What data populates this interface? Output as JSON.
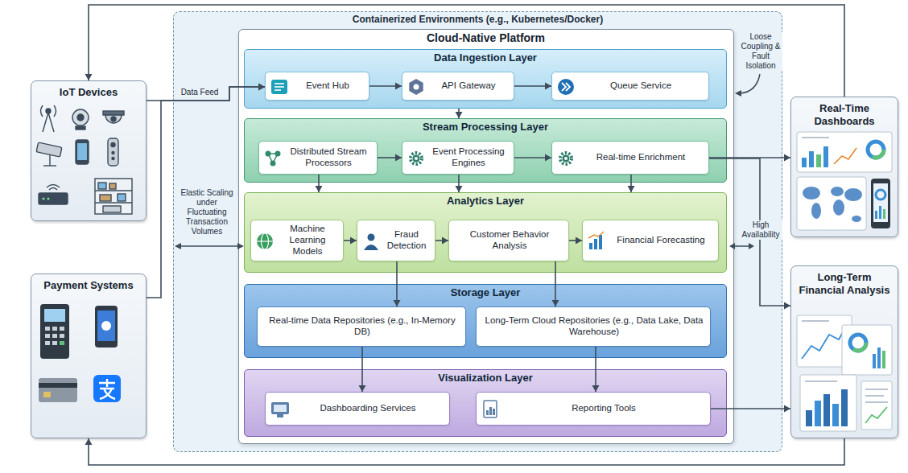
{
  "diagram": {
    "nodes": [
      {
        "text": [
          "IoT Devices"
        ]
      },
      {
        "text": [
          "Payment Systems"
        ]
      },
      {
        "text": [
          "Containerized Environments (e.g., Kubernetes/Docker)"
        ]
      },
      {
        "text": [
          "Cloud-Native Platform"
        ],
        "in": 2
      },
      {
        "text": [
          "Data Ingestion Layer"
        ],
        "in": 3
      },
      {
        "text": [
          "Event Hub"
        ],
        "in": 4
      },
      {
        "text": [
          "API Gateway"
        ],
        "in": 4
      },
      {
        "text": [
          "Queue Service"
        ],
        "in": 4
      },
      {
        "text": [
          "Stream Processing Layer"
        ],
        "in": 3
      },
      {
        "text": [
          "Distributed Stream Processors"
        ],
        "in": 8
      },
      {
        "text": [
          "Event Processing Engines"
        ],
        "in": 8
      },
      {
        "text": [
          "Real-time Enrichment"
        ],
        "in": 8
      },
      {
        "text": [
          "Analytics Layer"
        ],
        "in": 3
      },
      {
        "text": [
          "Machine Learning Models"
        ],
        "in": 12
      },
      {
        "text": [
          "Fraud Detection"
        ],
        "in": 12
      },
      {
        "text": [
          "Customer Behavior Analysis"
        ],
        "in": 12
      },
      {
        "text": [
          "Financial Forecasting"
        ],
        "in": 12
      },
      {
        "text": [
          "Storage Layer"
        ],
        "in": 3
      },
      {
        "text": [
          "Real-time Data Repositories (e.g., In-Memory DB)"
        ],
        "in": 17
      },
      {
        "text": [
          "Long-Term Cloud Repositories (e.g., Data Lake, Data Warehouse)"
        ],
        "in": 17
      },
      {
        "text": [
          "Visualization Layer"
        ],
        "in": 3
      },
      {
        "text": [
          "Dashboarding Services"
        ],
        "in": 20
      },
      {
        "text": [
          "Reporting Tools"
        ],
        "in": 20
      },
      {
        "text": [
          "Real-Time Dashboards"
        ]
      },
      {
        "text": [
          "Long-Term Financial Analysis"
        ]
      }
    ],
    "edges": [
      {
        "from": 0,
        "to": 5,
        "label": "Data Feed",
        "arrow": "to"
      },
      {
        "from": 1,
        "to": 5,
        "arrow": "to"
      },
      {
        "from": 5,
        "to": 6,
        "arrow": "to"
      },
      {
        "from": 6,
        "to": 7,
        "arrow": "to"
      },
      {
        "from": 4,
        "to": 8,
        "arrow": "to"
      },
      {
        "from": 9,
        "to": 10,
        "arrow": "to"
      },
      {
        "from": 10,
        "to": 11,
        "arrow": "to"
      },
      {
        "from": 9,
        "to": 12,
        "arrow": "to"
      },
      {
        "from": 10,
        "to": 12,
        "arrow": "to"
      },
      {
        "from": 11,
        "to": 12,
        "arrow": "to"
      },
      {
        "from": 11,
        "to": 23,
        "arrow": "to"
      },
      {
        "from": 11,
        "to": 24,
        "arrow": "to"
      },
      {
        "from": 13,
        "to": 14,
        "arrow": "to"
      },
      {
        "from": 14,
        "to": 15,
        "arrow": "to"
      },
      {
        "from": 15,
        "to": 16,
        "arrow": "to"
      },
      {
        "from": 14,
        "to": 18,
        "arrow": "to"
      },
      {
        "from": 15,
        "to": 19,
        "arrow": "to"
      },
      {
        "from": 18,
        "to": 21,
        "arrow": "to"
      },
      {
        "from": 19,
        "to": 22,
        "arrow": "to"
      },
      {
        "from": 22,
        "to": 24,
        "arrow": "to"
      },
      {
        "from": 23,
        "to": 0,
        "arrow": "to"
      },
      {
        "from": 24,
        "to": 1,
        "arrow": "to"
      }
    ],
    "labels": [
      "Loose Coupling & Fault Isolation",
      "Elastic Scaling under Fluctuating Transaction Volumes",
      "High Availability"
    ]
  }
}
